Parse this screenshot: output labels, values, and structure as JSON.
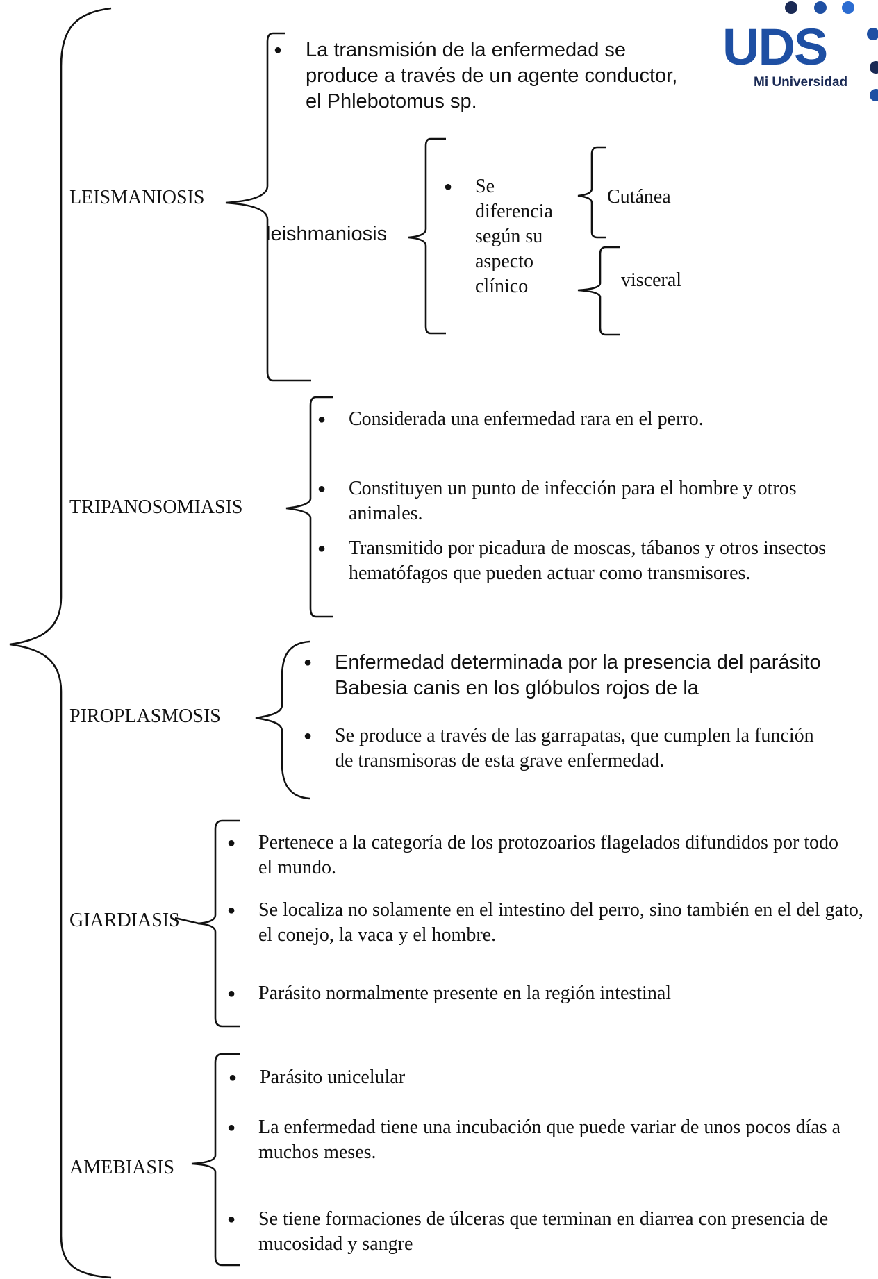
{
  "logo": {
    "text": "UDS",
    "tagline": "Mi Universidad",
    "color": "#1e4fa3"
  },
  "diagram": {
    "leismaniosis": {
      "title": "LEISMANIOSIS",
      "bullet_1": "La transmisión de la enfermedad se produce a través de un agente conductor, el Phlebotomus sp.",
      "sub_title": "leishmaniosis",
      "sub_bullet": "Se diferencia según su aspecto clínico",
      "type_1": "Cutánea",
      "type_2": "visceral"
    },
    "tripanosomiasis": {
      "title": "TRIPANOSOMIASIS",
      "items": [
        "Considerada una enfermedad rara en el perro.",
        "Constituyen un punto de infección para el hombre y otros animales.",
        "Transmitido por picadura de moscas, tábanos y otros insectos hematófagos que pueden actuar como transmisores."
      ]
    },
    "piroplasmosis": {
      "title": "PIROPLASMOSIS",
      "items": [
        "Enfermedad determinada por la presencia del parásito Babesia canis en los glóbulos rojos de la",
        "Se produce a través de las garrapatas, que cumplen la función de transmisoras de esta grave enfermedad."
      ]
    },
    "giardiasis": {
      "title": "GIARDIASIS",
      "items": [
        "Pertenece a la categoría de los protozoarios flagelados difundidos por todo el mundo.",
        "Se localiza no solamente en el intestino del perro, sino también en el del gato, el conejo, la vaca y el hombre.",
        "Parásito normalmente presente en la región intestinal"
      ]
    },
    "amebiasis": {
      "title": "AMEBIASIS",
      "items": [
        "Parásito unicelular",
        "La enfermedad tiene una incubación que puede variar de unos pocos días a muchos meses.",
        "Se tiene formaciones de úlceras que terminan en diarrea con presencia de mucosidad y sangre"
      ]
    }
  }
}
